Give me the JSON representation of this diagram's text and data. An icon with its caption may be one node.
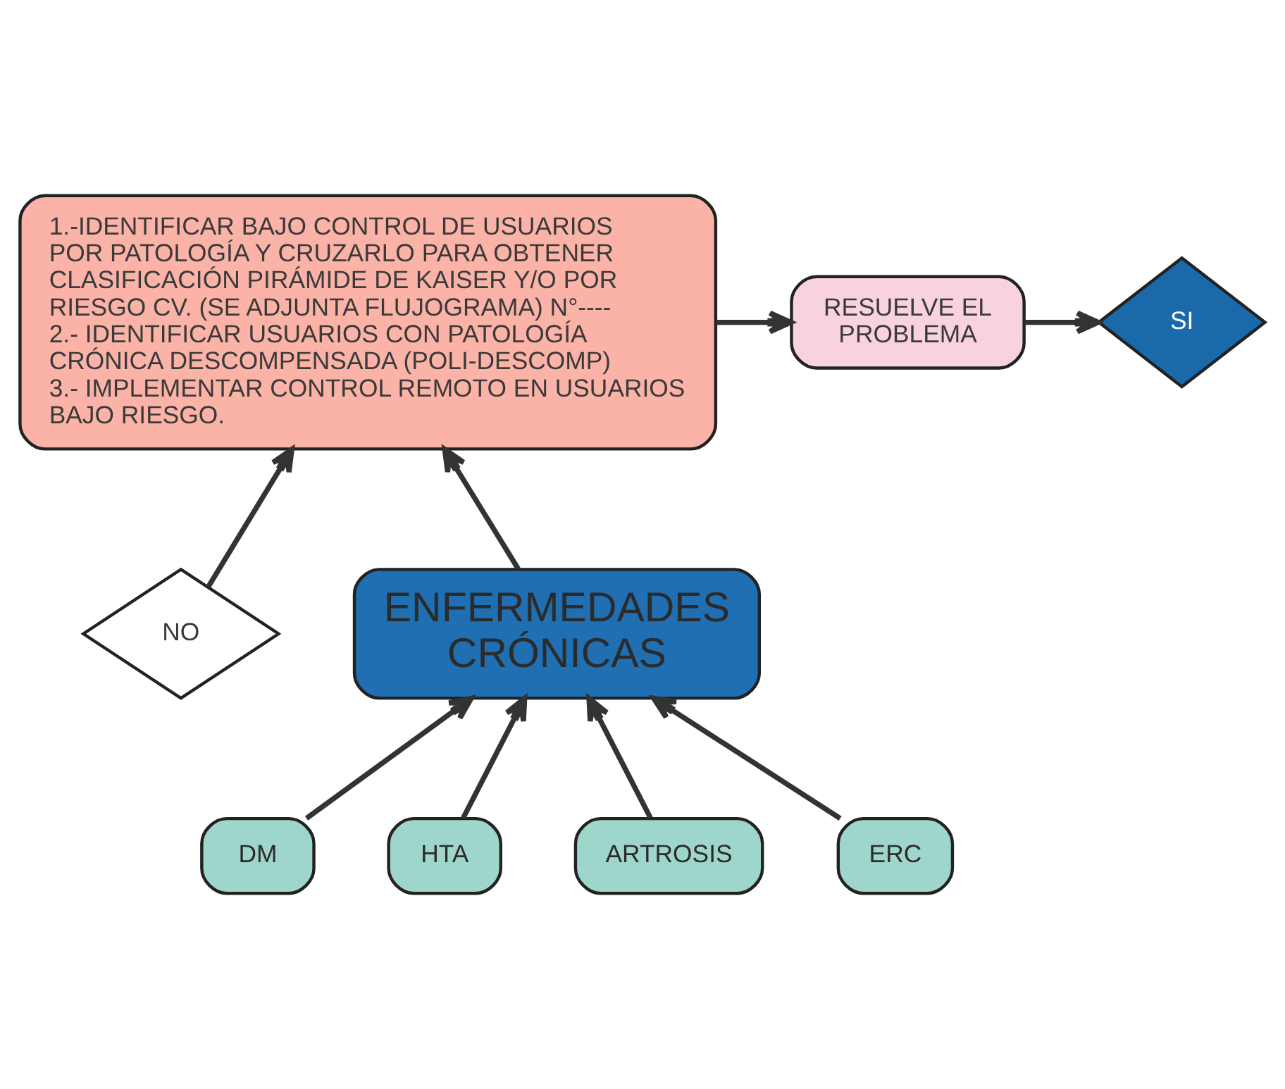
{
  "diagram": {
    "nodes": [
      {
        "text": [
          "1.-IDENTIFICAR BAJO CONTROL DE USUARIOS POR PATOLOGÍA Y CRUZARLO PARA OBTENER CLASIFICACIÓN PIRÁMIDE DE KAISER Y/O POR RIESGO CV. (SE ADJUNTA FLUJOGRAMA) N°----",
          "2.- IDENTIFICAR USUARIOS CON PATOLOGÍA CRÓNICA DESCOMPENSADA (POLI-DESCOMP)",
          "3.- IMPLEMENTAR CONTROL REMOTO EN USUARIOS BAJO RIESGO."
        ]
      },
      {
        "text": [
          "RESUELVE EL PROBLEMA"
        ]
      },
      {
        "text": [
          "SI"
        ]
      },
      {
        "text": [
          "NO"
        ]
      },
      {
        "text": [
          "ENFERMEDADES CRÓNICAS"
        ]
      },
      {
        "text": [
          "DM"
        ]
      },
      {
        "text": [
          "HTA"
        ]
      },
      {
        "text": [
          "ARTROSIS"
        ]
      },
      {
        "text": [
          "ERC"
        ]
      }
    ],
    "edges": [
      {
        "from": 0,
        "to": 1,
        "arrow": "to"
      },
      {
        "from": 1,
        "to": 2,
        "arrow": "to"
      },
      {
        "from": 3,
        "to": 0,
        "arrow": "to"
      },
      {
        "from": 4,
        "to": 0,
        "arrow": "to"
      },
      {
        "from": 5,
        "to": 4,
        "arrow": "to"
      },
      {
        "from": 6,
        "to": 4,
        "arrow": "to"
      },
      {
        "from": 7,
        "to": 4,
        "arrow": "to"
      },
      {
        "from": 8,
        "to": 4,
        "arrow": "to"
      }
    ]
  }
}
